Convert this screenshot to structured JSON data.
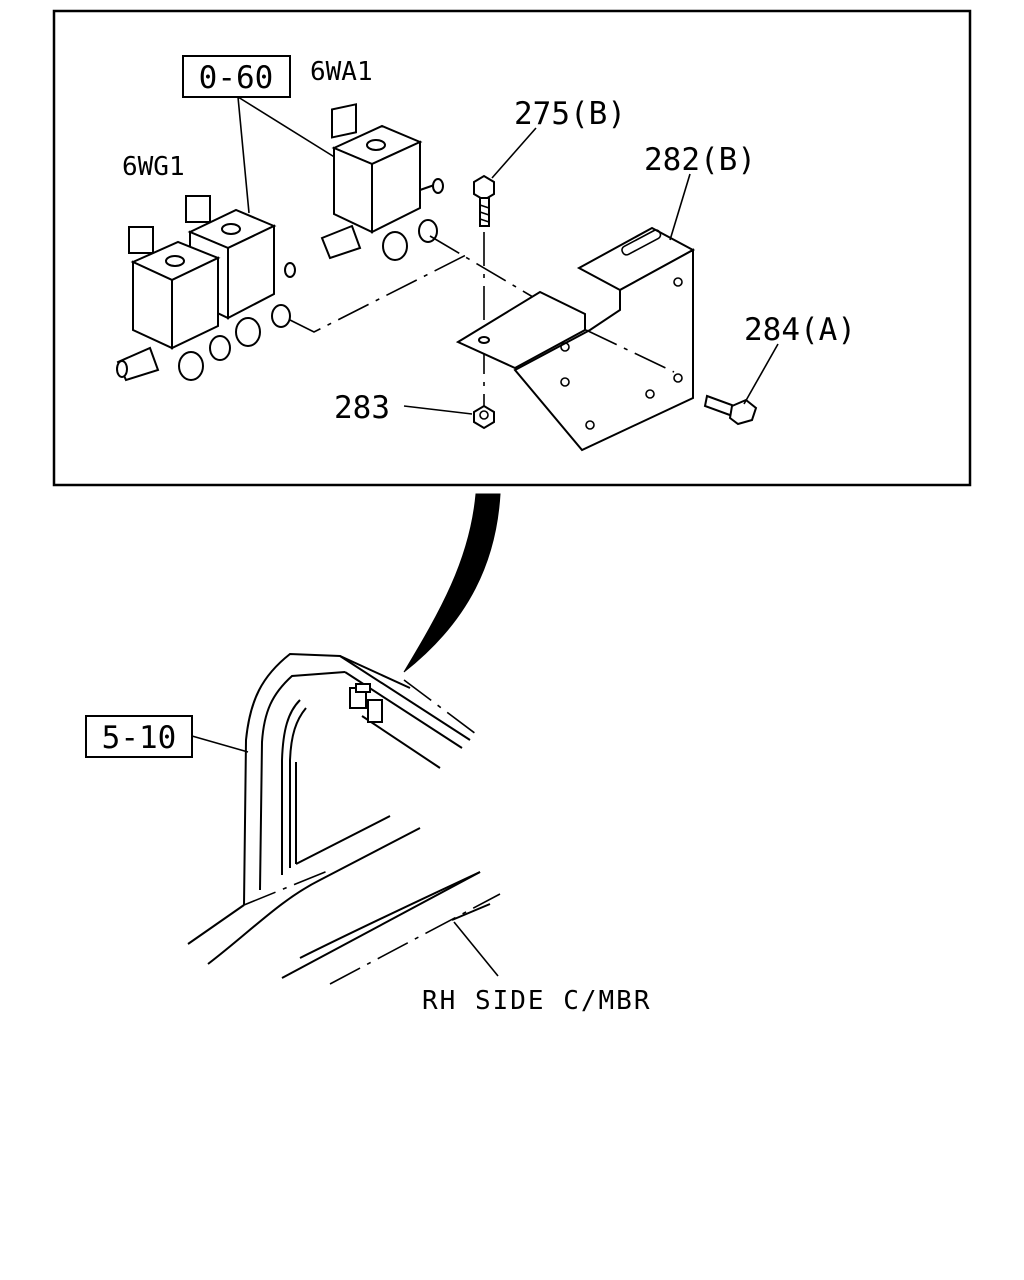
{
  "labels": {
    "ref_0_60": "0-60",
    "ref_5_10": "5-10",
    "valve_6wa1": "6WA1",
    "valve_6wg1": "6WG1",
    "part_275b": "275(B)",
    "part_282b": "282(B)",
    "part_284a": "284(A)",
    "part_283": "283",
    "rh_side": "RH SIDE C/MBR"
  }
}
